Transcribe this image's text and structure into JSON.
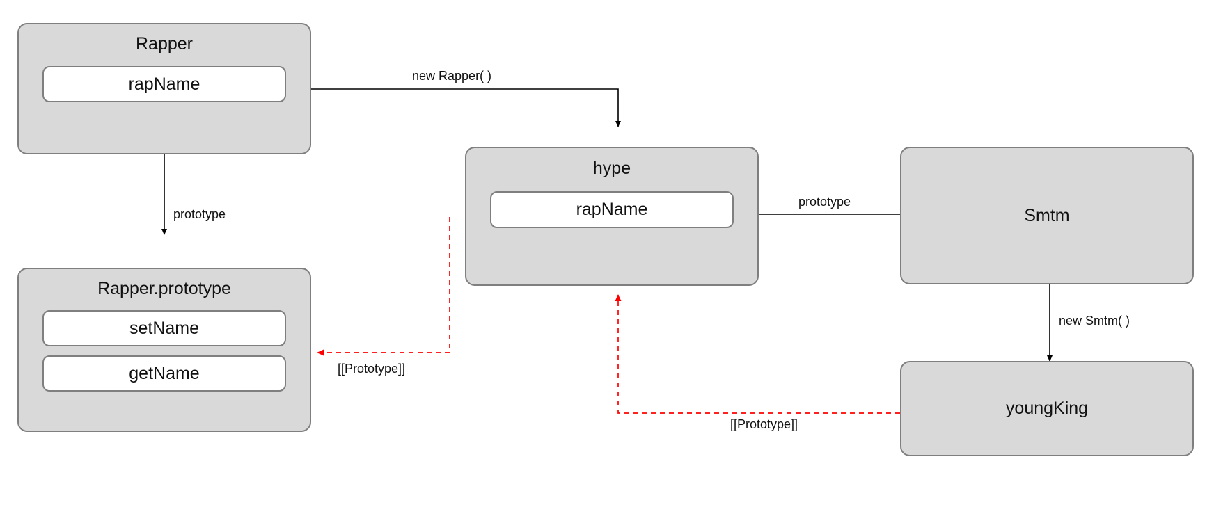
{
  "diagram": {
    "title": "JavaScript prototype chain diagram",
    "colors": {
      "node_fill": "#d9d9d9",
      "node_stroke": "#7f7f7f",
      "prop_fill": "#ffffff",
      "edge_solid": "#000000",
      "edge_dashed": "#ff0000",
      "background": "#ffffff"
    }
  },
  "nodes": [
    {
      "id": "rapper",
      "title": "Rapper",
      "props": [
        "rapName"
      ]
    },
    {
      "id": "rapper-prototype",
      "title": "Rapper.prototype",
      "props": [
        "setName",
        "getName"
      ]
    },
    {
      "id": "hype",
      "title": "hype",
      "props": [
        "rapName"
      ]
    },
    {
      "id": "smtm",
      "title": "Smtm",
      "props": []
    },
    {
      "id": "youngking",
      "title": "youngKing",
      "props": []
    }
  ],
  "edges": [
    {
      "id": "rapper-to-hype",
      "label": "new Rapper( )",
      "from": "rapper",
      "to": "hype",
      "style": "solid"
    },
    {
      "id": "rapper-to-rapperprototype",
      "label": "prototype",
      "from": "rapper",
      "to": "rapper-prototype",
      "style": "solid"
    },
    {
      "id": "smtm-to-hype",
      "label": "prototype",
      "from": "smtm",
      "to": "hype",
      "style": "solid"
    },
    {
      "id": "smtm-to-youngking",
      "label": "new Smtm( )",
      "from": "smtm",
      "to": "youngking",
      "style": "solid"
    },
    {
      "id": "hype-to-rapperprototype",
      "label": "[[Prototype]]",
      "from": "hype",
      "to": "rapper-prototype",
      "style": "dashed"
    },
    {
      "id": "youngking-to-hype",
      "label": "[[Prototype]]",
      "from": "youngking",
      "to": "hype",
      "style": "dashed"
    }
  ]
}
